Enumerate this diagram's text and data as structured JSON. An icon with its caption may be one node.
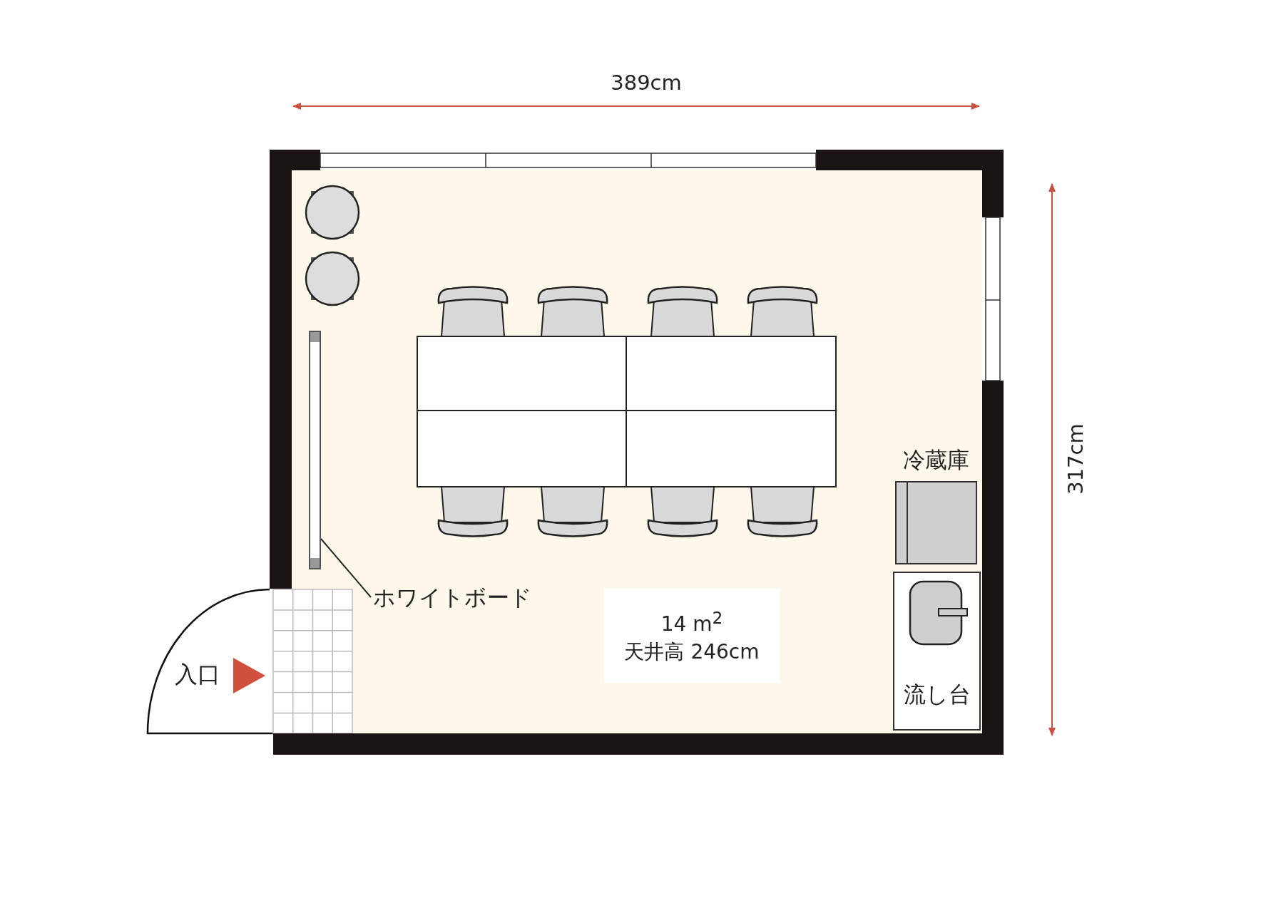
{
  "diagram": {
    "nodes": [
      {
        "text": [
          "冷蔵庫"
        ]
      },
      {
        "text": [
          "流し台"
        ]
      },
      {
        "text": [
          "14 m$^{2}$",
          "天井高 246cm"
        ]
      },
      {
        "text": [
          "ホワイトボード"
        ]
      },
      {
        "text": [],
        "shape": "bar"
      }
    ],
    "edges": [
      {
        "from": 3,
        "to": 4,
        "arrow": "none"
      }
    ],
    "labels": [
      "389cm",
      "317cm",
      "入口"
    ]
  }
}
